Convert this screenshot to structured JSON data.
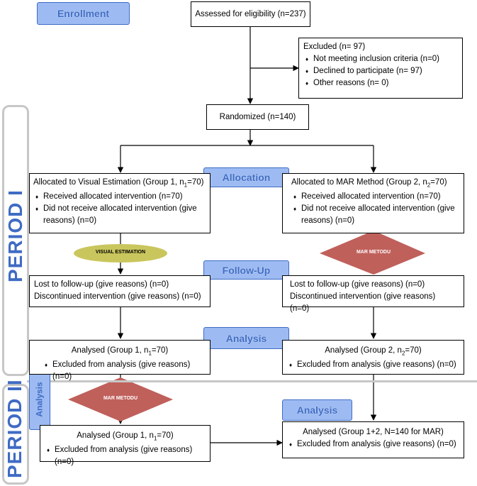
{
  "stages": {
    "enrollment": "Enrollment",
    "allocation": "Allocation",
    "follow_up": "Follow-Up",
    "analysis": "Analysis"
  },
  "periods": {
    "period1": "PERIOD I",
    "period2": "PERIOD II"
  },
  "assessed": "Assessed for eligibility (n=237)",
  "excluded": {
    "title": "Excluded  (n= 97)",
    "items": [
      "Not meeting inclusion criteria (n=0)",
      "Declined to participate (n= 97)",
      "Other reasons (n= 0)"
    ]
  },
  "randomized": "Randomized (n=140)",
  "group1_alloc": {
    "title_pre": "Allocated to Visual Estimation (Group 1, n",
    "title_sub": "1",
    "title_post": "=70)",
    "items": [
      "Received allocated intervention (n=70)",
      "Did not receive allocated intervention (give reasons) (n=0)"
    ]
  },
  "group2_alloc": {
    "title_pre": "Allocated to MAR Method (Group 2, n",
    "title_sub": "2",
    "title_post": "=70)",
    "items": [
      "Received allocated intervention (n=70)",
      "Did not receive allocated intervention (give reasons) (n=0)"
    ]
  },
  "visual_estimation_tag": "VISUAL ESTIMATION",
  "mar_tag": "MAR METODU",
  "followup_left": {
    "lost": "Lost to follow-up (give reasons) (n=0)",
    "discontinued": "Discontinued intervention (give reasons) (n=0)"
  },
  "followup_right": {
    "lost": "Lost to follow-up (give reasons) (n=0)",
    "discontinued": "Discontinued intervention (give reasons) (n=0)"
  },
  "analysis_p1_left": {
    "pre": "Analysed  (Group 1, n",
    "sub": "1",
    "post": "=70)",
    "excluded": "Excluded from analysis (give reasons) (n=0)"
  },
  "analysis_p1_right": {
    "pre": "Analysed  (Group 2, n",
    "sub": "2",
    "post": "=70)",
    "excluded": "Excluded from analysis (give reasons) (n=0)"
  },
  "analysis_p2_left": {
    "pre": "Analysed  (Group 1, n",
    "sub": "1",
    "post": "=70)",
    "excluded": "Excluded from analysis (give reasons) (n=0)"
  },
  "analysis_p2_right": {
    "title": "Analysed  (Group 1+2, N=140 for MAR)",
    "excluded": "Excluded from analysis (give reasons) (n=0)"
  },
  "colors": {
    "stage_fill": "#9dbbf2",
    "stage_text": "#3f6bc4",
    "ellipse_fill": "#c9c65d",
    "diamond_fill": "#c0605b",
    "period_border": "#c7c7c7"
  }
}
